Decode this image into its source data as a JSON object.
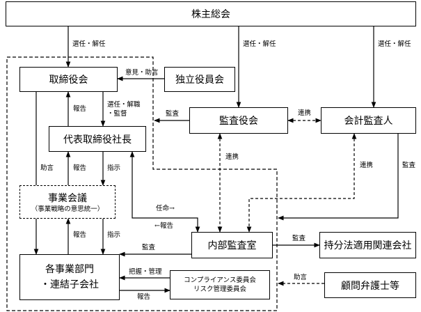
{
  "nodes": {
    "shareholders": "株主総会",
    "board": "取締役会",
    "independent": "独立役員会",
    "president": "代表取締役社長",
    "audit_board": "監査役会",
    "accounting_auditor": "会計監査人",
    "business_meeting": "事業会議",
    "business_meeting_sub": "（事業戦略の意思統一）",
    "internal_audit": "内部監査室",
    "equity_method_meeting": "持分法適用関連会社",
    "divisions_line1": "各事業部門",
    "divisions_line2": "・連結子会社",
    "committee_line1": "コンプライアンス委員会",
    "committee_line2": "リスク管理委員会",
    "legal_counsel": "顧問弁護士等"
  },
  "labels": {
    "appoint_dismiss_board": "選任・解任",
    "appoint_dismiss_audit": "選任・解任",
    "appoint_dismiss_accounting": "選任・解任",
    "opinion_advice": "意見・助言",
    "report_to_board": "報告",
    "appoint_dismiss_supervise_1": "選任・解職",
    "appoint_dismiss_supervise_2": "・監督",
    "audit_board_audit": "監査",
    "cooperation_audit_accounting": "連携",
    "cooperation_audit_internal": "連携",
    "cooperation_accounting_internal": "連携",
    "accounting_audit": "監査",
    "advice_board_divisions": "助言",
    "report_to_president": "報告",
    "instruct_meeting": "指示",
    "appoint_arrow": "任命→",
    "report_arrow": "←報告",
    "report_to_meeting": "報告",
    "instruct_divisions": "指示",
    "internal_audit_label": "監査",
    "internal_to_equity": "監査",
    "grasp_manage": "把握・管理",
    "report_committee": "報告",
    "legal_advice": "助言"
  }
}
